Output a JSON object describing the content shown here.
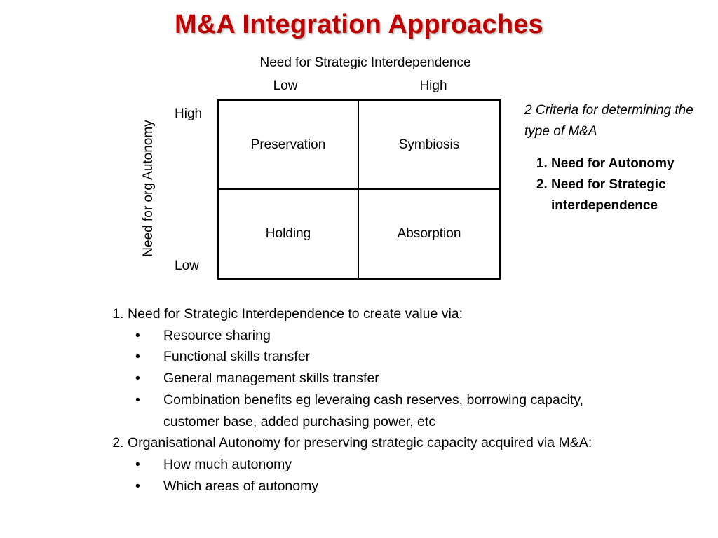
{
  "slide": {
    "title": "M&A Integration Approaches"
  },
  "matrix": {
    "x_axis_title": "Need for Strategic Interdependence",
    "x_low": "Low",
    "x_high": "High",
    "y_axis_title": "Need for org Autonomy",
    "y_high": "High",
    "y_low": "Low",
    "cells": {
      "high_autonomy_low_interdependence": "Preservation",
      "high_autonomy_high_interdependence": "Symbiosis",
      "low_autonomy_low_interdependence": "Holding",
      "low_autonomy_high_interdependence": "Absorption"
    }
  },
  "criteria": {
    "intro": "2 Criteria for determining the type of M&A",
    "items": [
      "Need for Autonomy",
      "Need for Strategic interdependence"
    ]
  },
  "details": {
    "items": [
      {
        "text": "Need for Strategic Interdependence to create value via:",
        "subitems": [
          "Resource sharing",
          "Functional skills transfer",
          "General management skills transfer",
          "Combination benefits eg leveraing cash reserves, borrowing capacity, customer base, added purchasing power, etc"
        ]
      },
      {
        "text": "Organisational Autonomy for preserving strategic capacity acquired via M&A:",
        "subitems": [
          "How much autonomy",
          "Which areas of autonomy"
        ]
      }
    ]
  }
}
